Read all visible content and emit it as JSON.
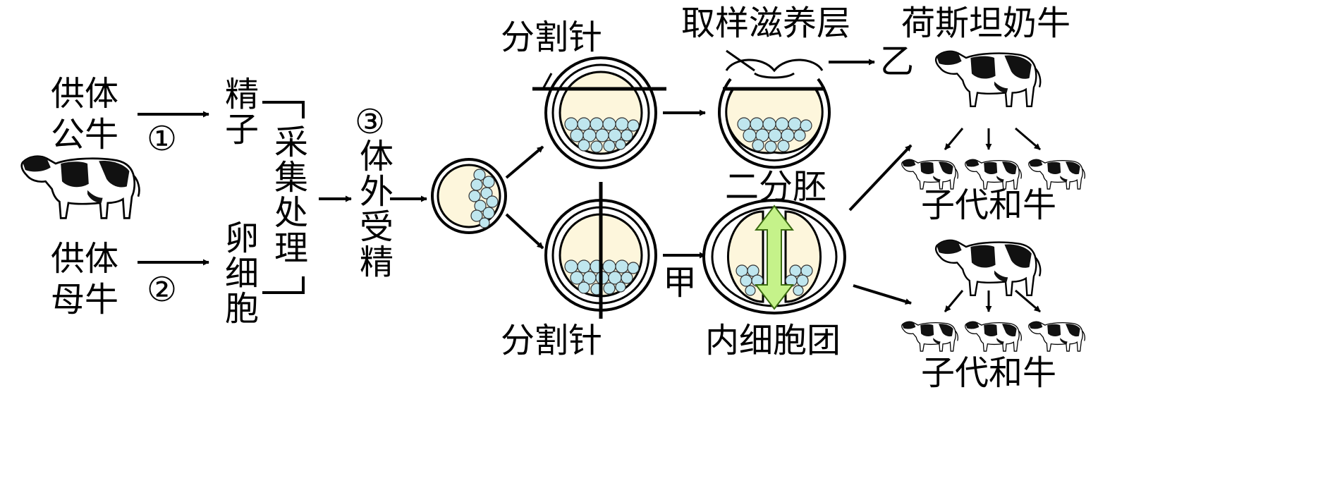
{
  "labels": {
    "donor_bull": "供体公牛",
    "donor_cow": "供体母牛",
    "step1": "①",
    "step2": "②",
    "step3": "③",
    "sperm": "精子",
    "egg": "卵细胞",
    "collect": "采集处理",
    "ivf": "体外受精",
    "needle_top": "分割针",
    "needle_bottom": "分割针",
    "sample_trophoblast": "取样滋养层",
    "yi": "乙",
    "jia": "甲",
    "two_embryo": "二分胚",
    "inner_cell_mass": "内细胞团",
    "holstein": "荷斯坦奶牛",
    "offspring_top": "子代和牛",
    "offspring_bottom": "子代和牛"
  },
  "colors": {
    "embryo_fill": "#fdf6dc",
    "cell_fill": "#bfe6ee",
    "double_arrow": "#c5f28a"
  }
}
